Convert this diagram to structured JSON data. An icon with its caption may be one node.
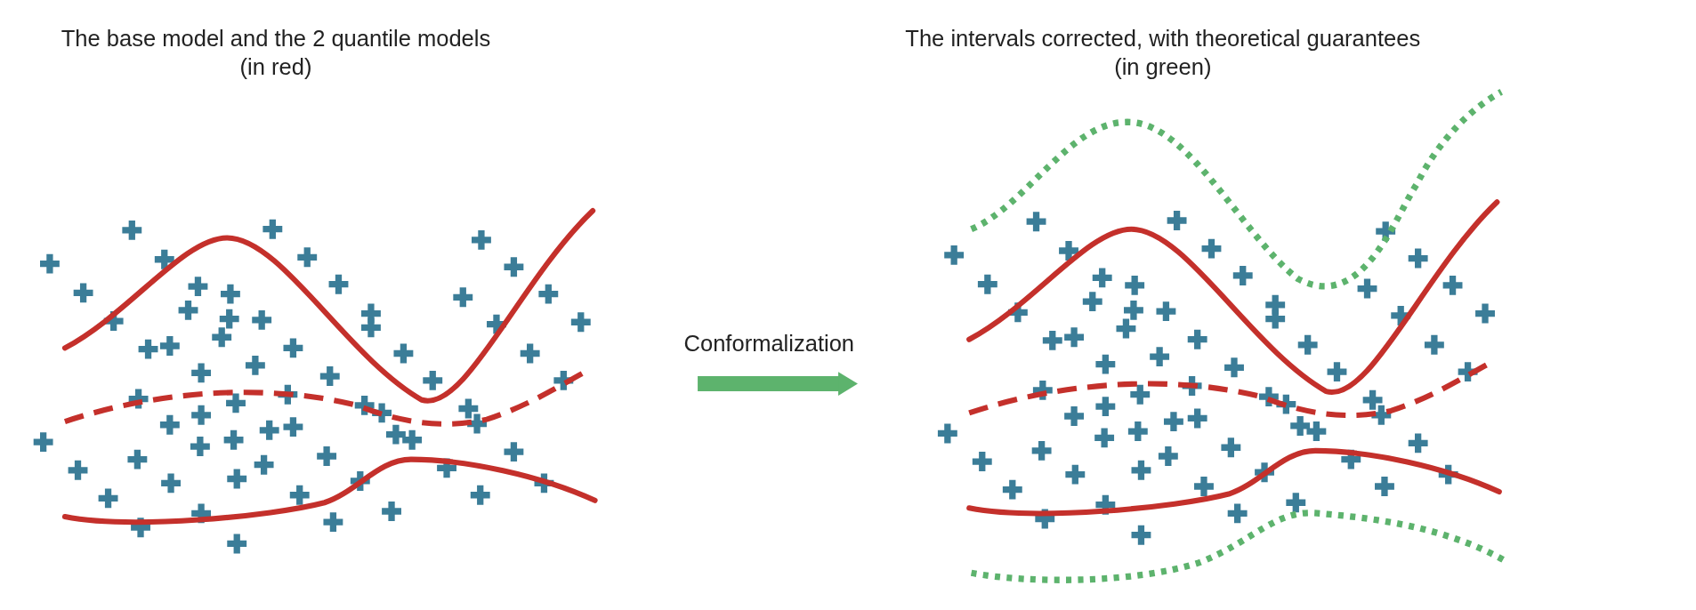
{
  "diagram": {
    "nodes": [
      {
        "text": [
          "The base model and the 2 quantile models (in red)"
        ]
      },
      {
        "text": [
          "The intervals corrected, with theoretical guarantees (in green)"
        ]
      }
    ],
    "edges": [
      {
        "from": 0,
        "to": 1,
        "arrow": "to",
        "label": "Conformalization"
      }
    ]
  }
}
